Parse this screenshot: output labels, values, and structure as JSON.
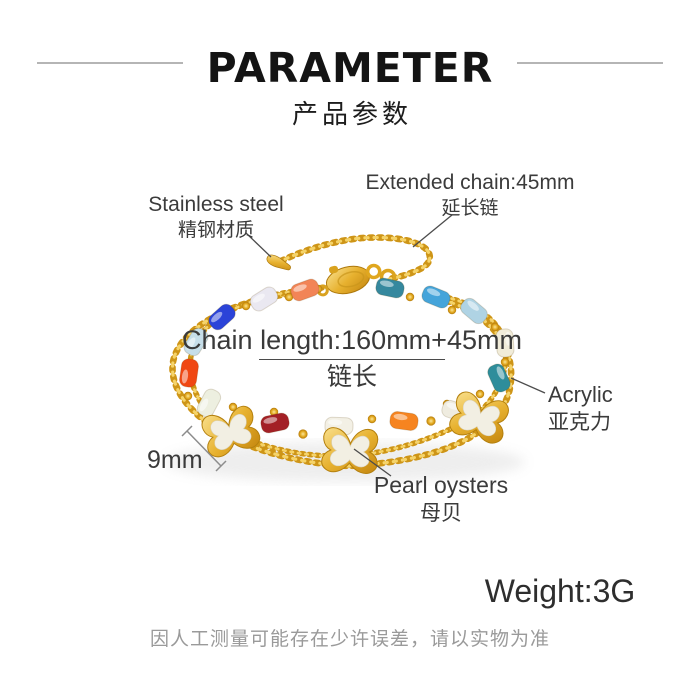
{
  "header": {
    "title": "PARAMETER",
    "subtitle": "产品参数"
  },
  "callouts": {
    "stainless_steel": {
      "en": "Stainless steel",
      "zh": "精钢材质"
    },
    "extended_chain": {
      "en": "Extended chain:45mm",
      "zh": "延长链"
    },
    "chain_length": {
      "en": "Chain length:160mm+45mm",
      "zh": "链长"
    },
    "acrylic": {
      "en": "Acrylic",
      "zh": "亚克力"
    },
    "charm_size": {
      "en": "9mm"
    },
    "pearl_oysters": {
      "en": "Pearl oysters",
      "zh": "母贝"
    },
    "weight": {
      "en": "Weight:3G"
    }
  },
  "footer": {
    "disclaimer": "因人工测量可能存在少许误差，请以实物为准"
  },
  "product": {
    "shell_color": "#F2EFE3",
    "beads": [
      {
        "name": "coral",
        "color": "#F28457"
      },
      {
        "name": "lavender",
        "color": "#EAE8F1"
      },
      {
        "name": "royal-blue",
        "color": "#2B43D8"
      },
      {
        "name": "pale-blue",
        "color": "#C6DEE9"
      },
      {
        "name": "red-orange",
        "color": "#F04713"
      },
      {
        "name": "oat-white",
        "color": "#EDEFE0"
      },
      {
        "name": "dark-red",
        "color": "#A32026"
      },
      {
        "name": "white",
        "color": "#F3F0E5"
      },
      {
        "name": "orange",
        "color": "#F68420"
      },
      {
        "name": "white",
        "color": "#EFECE0"
      },
      {
        "name": "teal",
        "color": "#2E8D9B"
      },
      {
        "name": "cream",
        "color": "#F1ECD9"
      },
      {
        "name": "pale-blue",
        "color": "#AFD3E4"
      },
      {
        "name": "sky-blue",
        "color": "#45A4DA"
      },
      {
        "name": "teal-blue",
        "color": "#35889E"
      }
    ],
    "gold_dark": "#CE9517",
    "gold_light": "#F6D469"
  }
}
